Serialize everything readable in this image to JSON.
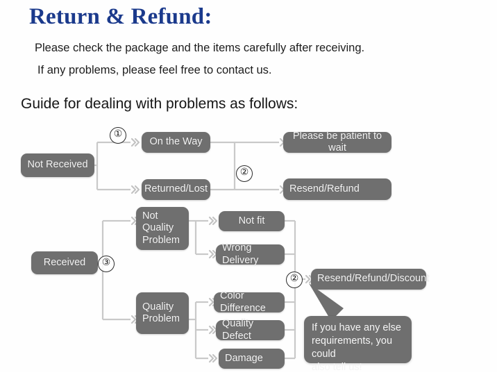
{
  "header": {
    "title": "Return & Refund:",
    "intro_line_1": "Please check the package and the items carefully after receiving.",
    "intro_line_2": "If any problems, please feel free to contact us.",
    "guide_line": "Guide for dealing with problems as follows:"
  },
  "colors": {
    "title": "#1b3a8c",
    "node_fill": "#6f6f6f",
    "node_text": "#f4f4f4",
    "wire": "#c9c9c9",
    "body_text": "#1c1c1c",
    "background": "#ffffff"
  },
  "flow": {
    "steps": [
      {
        "id": "step-1",
        "label": "①"
      },
      {
        "id": "step-2-top",
        "label": "②"
      },
      {
        "id": "step-3",
        "label": "③"
      },
      {
        "id": "step-2-bottom",
        "label": "②"
      }
    ],
    "nodes": [
      {
        "id": "not-received",
        "label": "Not Received"
      },
      {
        "id": "on-the-way",
        "label": "On the Way"
      },
      {
        "id": "returned-lost",
        "label": "Returned/Lost"
      },
      {
        "id": "be-patient",
        "label": "Please be patient to wait"
      },
      {
        "id": "resend-refund",
        "label": "Resend/Refund"
      },
      {
        "id": "received",
        "label": "Received"
      },
      {
        "id": "not-quality-problem",
        "label": "Not\nQuality\nProblem"
      },
      {
        "id": "quality-problem",
        "label": "Quality\nProblem"
      },
      {
        "id": "not-fit",
        "label": "Not fit"
      },
      {
        "id": "wrong-delivery",
        "label": "Wrong Delivery"
      },
      {
        "id": "color-difference",
        "label": "Color Difference"
      },
      {
        "id": "quality-defect",
        "label": "Quality Defect"
      },
      {
        "id": "damage",
        "label": "Damage"
      },
      {
        "id": "resend-refund-discount",
        "label": "Resend/Refund/Discount"
      }
    ],
    "callout": {
      "id": "callout-bubble",
      "text": "If you have any else\nrequirements, you could\nalso tell us!"
    }
  }
}
